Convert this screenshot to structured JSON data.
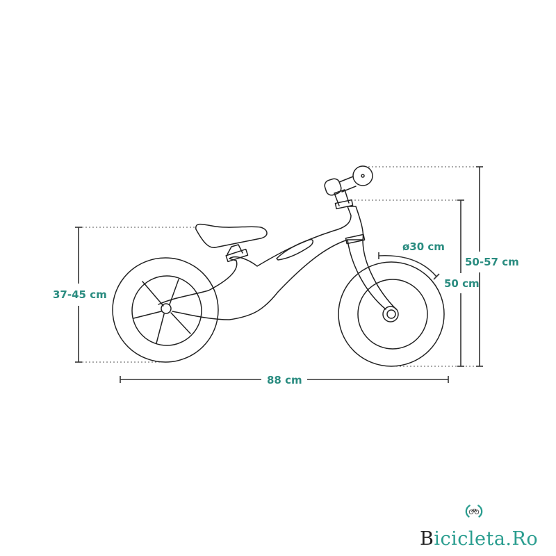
{
  "diagram": {
    "subject": "balance bike dimensions",
    "labels": {
      "saddle_height": "37-45 cm",
      "handlebar_height": "50-57 cm",
      "frame_height": "50 cm",
      "wheel_diameter": "ø30 cm",
      "length": "88 cm"
    },
    "colors": {
      "label": "#2a8c80",
      "line": "#222222",
      "background": "#ffffff"
    }
  },
  "logo": {
    "first_letter": "B",
    "rest": "icicleta.Ro",
    "icon": "bicycle-in-hands-icon",
    "color": "#2a9d8f"
  }
}
